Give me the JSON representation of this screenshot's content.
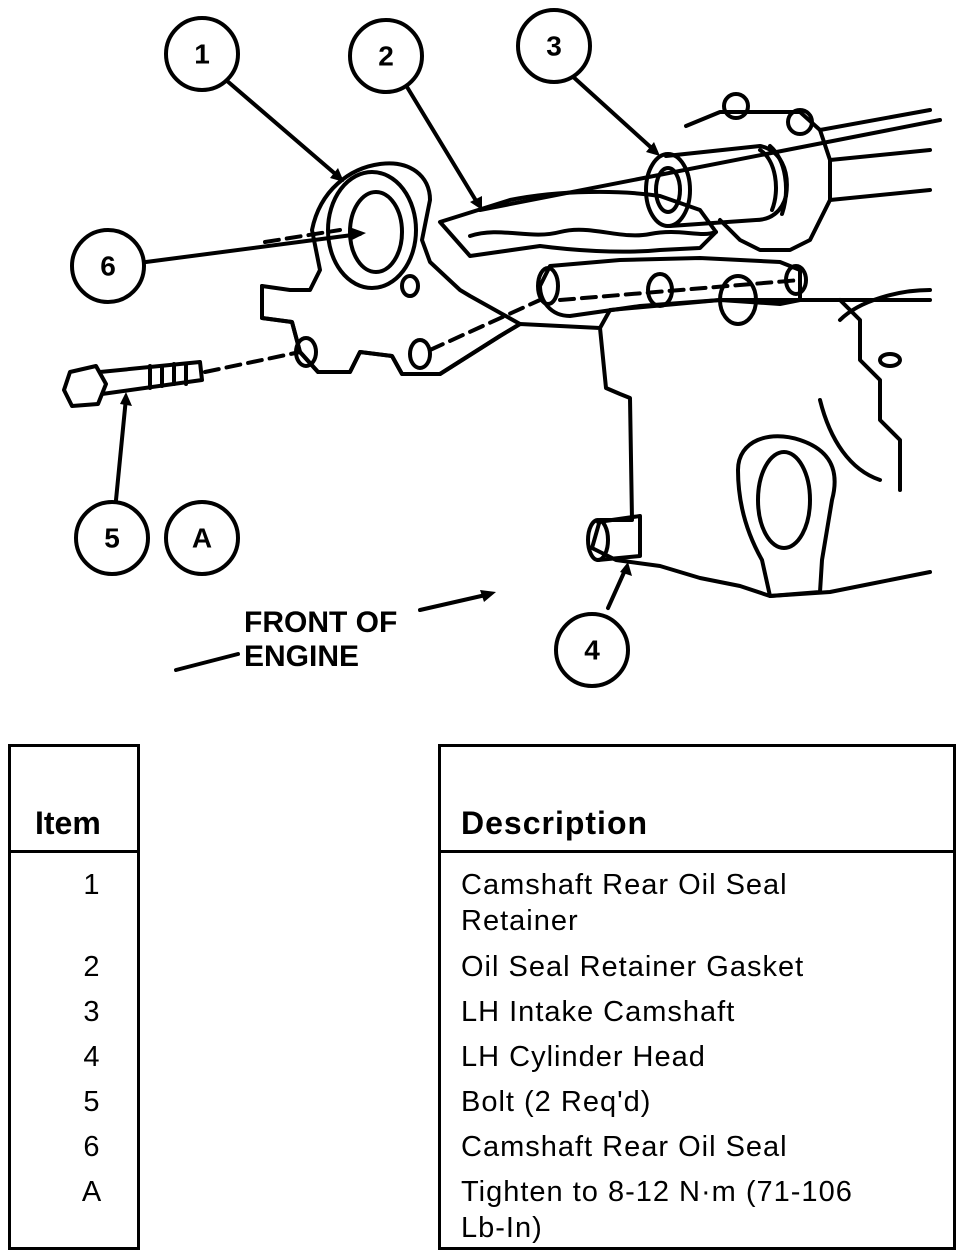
{
  "callouts": {
    "c1": "1",
    "c2": "2",
    "c3": "3",
    "c4": "4",
    "c5": "5",
    "c6": "6",
    "cA": "A"
  },
  "front_label": {
    "line1": "FRONT OF",
    "line2": "ENGINE"
  },
  "table": {
    "item_header": "Item",
    "description_header": "Description",
    "rows": [
      {
        "item": "1",
        "description_line1": "Camshaft Rear Oil Seal",
        "description_line2": "Retainer"
      },
      {
        "item": "2",
        "description": "Oil Seal Retainer Gasket"
      },
      {
        "item": "3",
        "description": "LH Intake Camshaft"
      },
      {
        "item": "4",
        "description": "LH Cylinder Head"
      },
      {
        "item": "5",
        "description": "Bolt (2 Req'd)"
      },
      {
        "item": "6",
        "description": "Camshaft Rear Oil Seal"
      },
      {
        "item": "A",
        "description_line1": "Tighten to 8-12 N·m (71-106",
        "description_line2": "Lb-In)"
      }
    ]
  }
}
